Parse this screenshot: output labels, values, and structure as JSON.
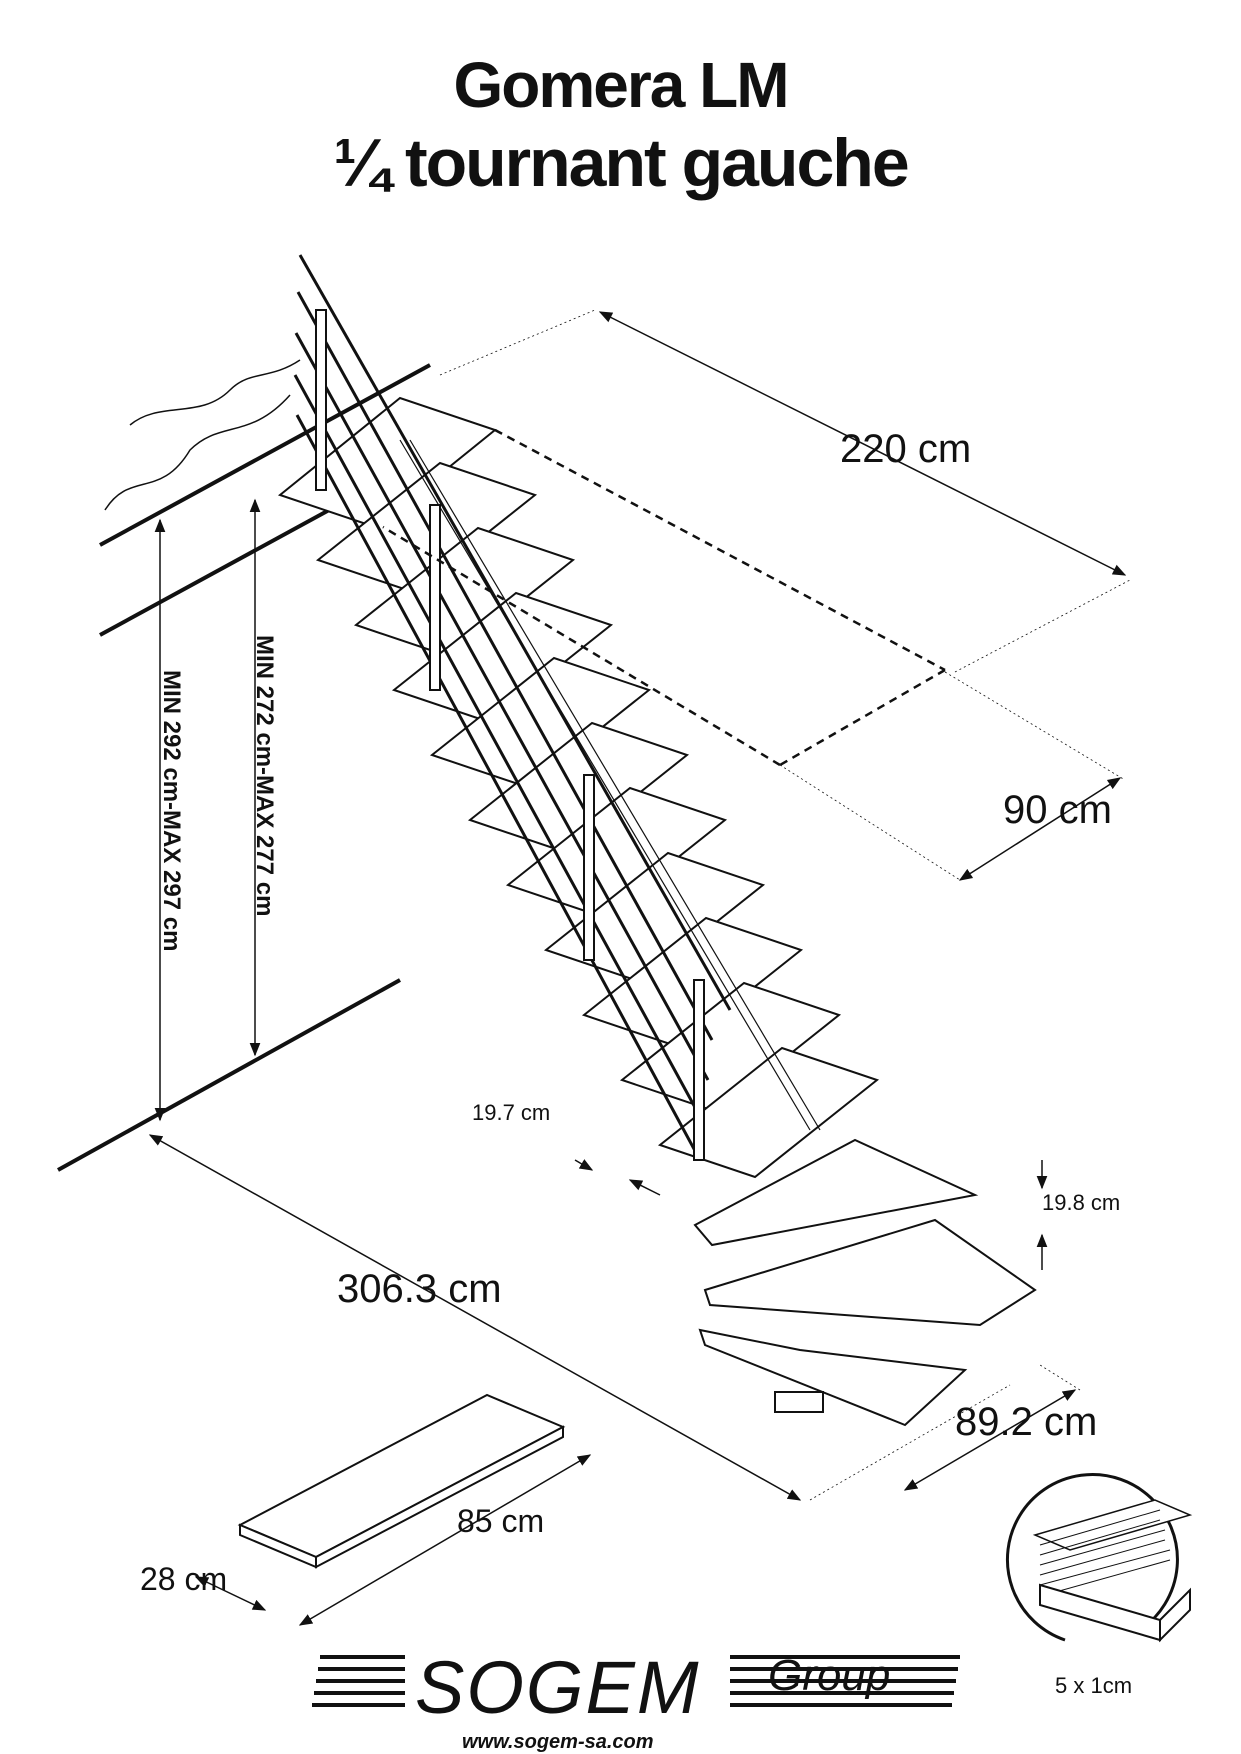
{
  "title": {
    "line1": "Gomera LM",
    "line2": "¼ tournant gauche"
  },
  "dimensions": {
    "length_top": "220 cm",
    "width_top": "90 cm",
    "height_total": "MIN 292 cm-MAX 297 cm",
    "height_floor": "MIN 272 cm-MAX 277 cm",
    "riser_left": "19.7 cm",
    "riser_right": "19.8 cm",
    "length_bottom": "306.3 cm",
    "width_bottom": "89.2 cm",
    "tread_length": "85 cm",
    "tread_depth": "28 cm",
    "spacer": "5 x 1cm"
  },
  "logo": {
    "brand": "SOGEM",
    "sub": "Group",
    "url": "www.sogem-sa.com"
  }
}
